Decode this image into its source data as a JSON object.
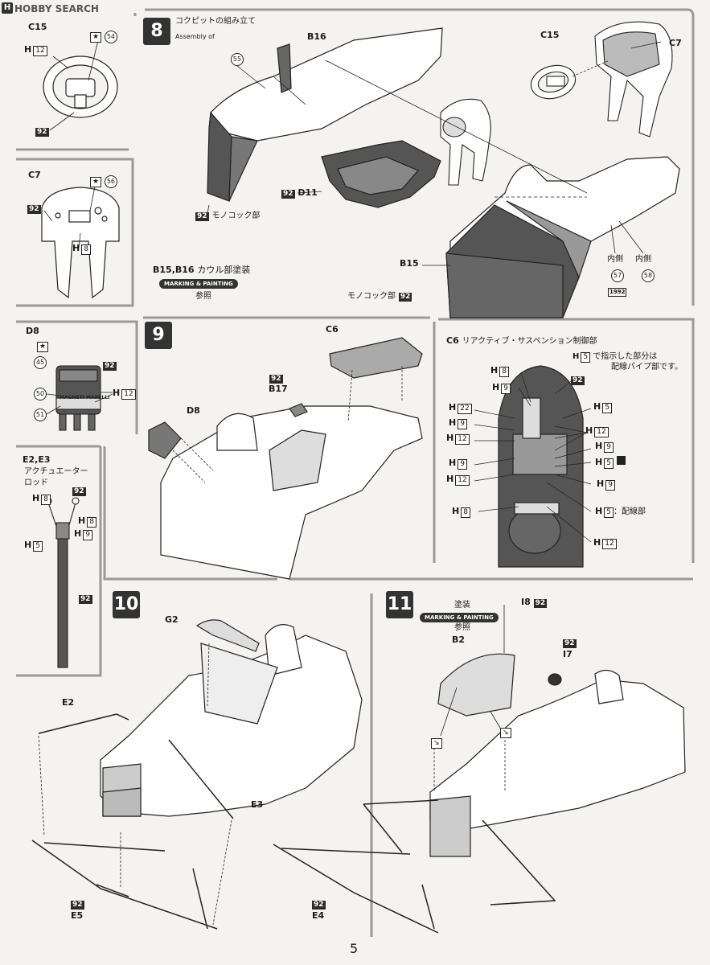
{
  "header": {
    "site_logo": "HOBBY SEARCH",
    "logo_letter": "H"
  },
  "sub_c15": {
    "part": "C15",
    "h": "H",
    "h_num": "12",
    "paint_num": "54",
    "black_num": "92"
  },
  "sub_c7": {
    "part": "C7",
    "h": "H",
    "h_num": "8",
    "paint_num": "56",
    "black_num": "92"
  },
  "step8": {
    "number": "8",
    "title_jp": "コクピットの組み立て",
    "title_en": "Assembly of",
    "b16": "B16",
    "c15": "C15",
    "c7": "C7",
    "n55": "55",
    "d11_black": "92",
    "d11": "D11",
    "monocoque_black": "92",
    "monocoque_jp": "モノコック部",
    "b15b16": "B15,B16",
    "cowl_jp": "カウル部塗装",
    "marking": "MARKING & PAINTING",
    "ref": "参照",
    "b15": "B15",
    "monocoque2_jp": "モノコック部",
    "monocoque2_black": "92",
    "inner1": "内側",
    "inner2": "内側",
    "n57": "57",
    "n58": "58",
    "decal_label": "1992"
  },
  "sub_d8": {
    "part": "D8",
    "n45": "45",
    "black": "92",
    "n50": "50",
    "n51": "51",
    "h": "H",
    "h_num": "12",
    "brand": "MAGNETI MARELLI"
  },
  "sub_e2e3": {
    "part": "E2,E3",
    "jp1": "アクチュエーター",
    "jp2": "ロッド",
    "h8": "8",
    "h9": "9",
    "h5": "5",
    "h8b": "8",
    "black": "92",
    "black2": "92",
    "h": "H"
  },
  "step9": {
    "number": "9",
    "c6": "C6",
    "d8": "D8",
    "b17": "B17",
    "black": "92"
  },
  "sub_c6": {
    "title": "C6",
    "title_jp": "リアクティブ・サスペンション制御部",
    "note1a": "で指示した部分は",
    "note1_h": "5",
    "note2": "配線パイプ部です。",
    "black": "92",
    "labels": [
      {
        "h": "8",
        "side": "L"
      },
      {
        "h": "9",
        "side": "L"
      },
      {
        "h": "22",
        "side": "L"
      },
      {
        "h": "9",
        "side": "L"
      },
      {
        "h": "12",
        "side": "L"
      },
      {
        "h": "9",
        "side": "L"
      },
      {
        "h": "12",
        "side": "L"
      },
      {
        "h": "8",
        "side": "L"
      },
      {
        "h": "5",
        "side": "R"
      },
      {
        "h": "12",
        "side": "R"
      },
      {
        "h": "9",
        "side": "R"
      },
      {
        "h": "5",
        "side": "R"
      },
      {
        "h": "9",
        "side": "R"
      },
      {
        "h": "5",
        "side": "R"
      },
      {
        "h": "12",
        "side": "R"
      }
    ],
    "wiring_jp": "：配線部"
  },
  "step10": {
    "number": "10",
    "g2": "G2",
    "e2": "E2",
    "e3": "E3",
    "e5": "E5",
    "black": "92"
  },
  "step11": {
    "number": "11",
    "paint_jp": "塗装",
    "marking": "MARKING & PAINTING",
    "ref": "参照",
    "b2": "B2",
    "i8": "I8",
    "i8_black": "92",
    "i7": "I7",
    "i7_black": "92",
    "e4": "E4",
    "e4_black": "92"
  },
  "page_number": "5"
}
